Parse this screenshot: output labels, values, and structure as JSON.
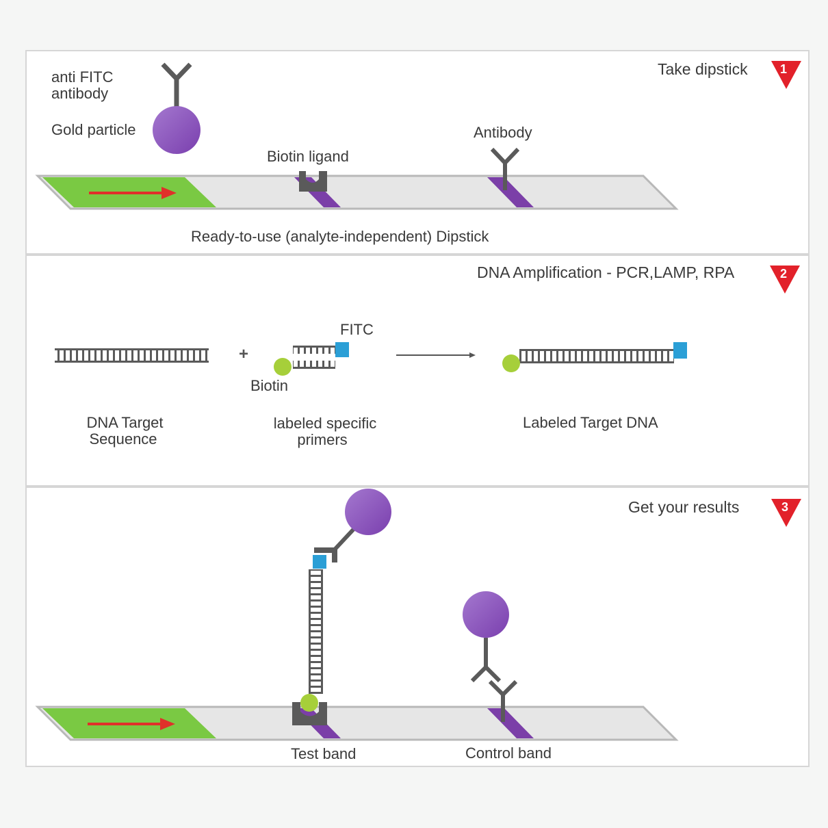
{
  "panel1": {
    "step_title": "Take dipstick",
    "step_number": "1",
    "anti_fitc_line1": "anti FITC",
    "anti_fitc_line2": "antibody",
    "gold_particle": "Gold particle",
    "biotin_ligand": "Biotin ligand",
    "antibody": "Antibody",
    "caption": "Ready-to-use (analyte-independent) Dipstick"
  },
  "panel2": {
    "step_title": "DNA Amplification - PCR,LAMP, RPA",
    "step_number": "2",
    "plus_sign": "+",
    "fitc": "FITC",
    "biotin": "Biotin",
    "dna_target_line1": "DNA Target",
    "dna_target_line2": "Sequence",
    "primers_line1": "labeled specific",
    "primers_line2": "primers",
    "labeled_target": "Labeled Target DNA"
  },
  "panel3": {
    "step_title": "Get your results",
    "step_number": "3",
    "test_band": "Test band",
    "control_band": "Control band"
  },
  "colors": {
    "step_marker": "#e2212a",
    "gold_particle": "#8b4fb8",
    "band": "#7b3fa8",
    "sample_pad": "#7ac943",
    "arrow": "#e0302a",
    "strip": "#e6e6e6",
    "antibody": "#5a5a5a",
    "biotin": "#a6cf3a",
    "fitc": "#2b9fd6"
  },
  "icons": [
    "step-marker-icon",
    "antibody-icon",
    "gold-particle-icon",
    "biotin-ligand-icon",
    "dna-ladder-icon",
    "fitc-label-icon",
    "biotin-label-icon",
    "flow-arrow-icon"
  ]
}
